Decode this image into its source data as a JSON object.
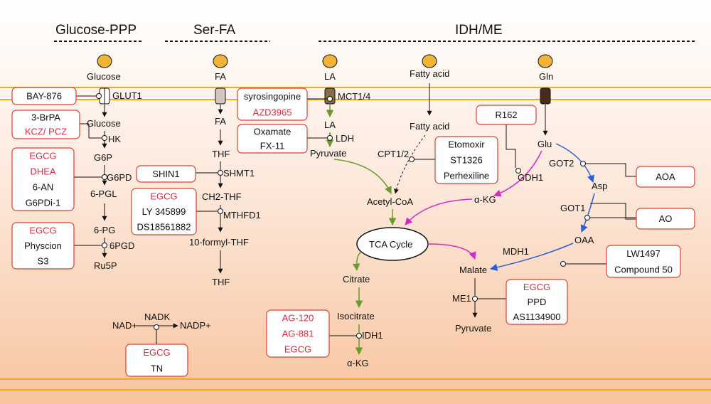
{
  "colors": {
    "membrane": "#f3a81d",
    "red_text": "#e3263c",
    "box_border": "#d9412f",
    "green_arrow": "#6a9a2a",
    "blue_arrow": "#2a5fd6",
    "magenta_arrow": "#d42ac4",
    "node": "#f2b432"
  },
  "sections": {
    "glucose_ppp": "Glucose-PPP",
    "ser_fa": "Ser-FA",
    "idh_me": "IDH/ME"
  },
  "metabolites": {
    "glucose_out": "Glucose",
    "glucose_in": "Glucose",
    "g6p": "G6P",
    "pgl6": "6-PGL",
    "pg6": "6-PG",
    "ru5p": "Ru5P",
    "fa_out": "FA",
    "fa_in": "FA",
    "thf1": "THF",
    "ch2thf": "CH2-THF",
    "formylthf": "10-formyl-THF",
    "thf2": "THF",
    "la_out": "LA",
    "la_in": "LA",
    "pyruvate1": "Pyruvate",
    "acetylcoa": "Acetyl-CoA",
    "tca": "TCA Cycle",
    "citrate": "Citrate",
    "isocitrate": "Isocitrate",
    "akg1": "α-KG",
    "fatty_out": "Fatty acid",
    "fatty_in": "Fatty acid",
    "gln": "Gln",
    "glu": "Glu",
    "akg2": "α-KG",
    "asp": "Asp",
    "oaa": "OAA",
    "malate": "Malate",
    "pyruvate2": "Pyruvate",
    "nad": "NAD+",
    "nadp": "NADP+"
  },
  "enzymes": {
    "glut1": "GLUT1",
    "hk": "HK",
    "g6pd": "G6PD",
    "pgd6": "6PGD",
    "shmt1": "SHMT1",
    "mthfd1": "MTHFD1",
    "mct14": "MCT1/4",
    "ldh": "LDH",
    "cpt12": "CPT1/2",
    "idh1": "IDH1",
    "gdh1": "GDH1",
    "got2": "GOT2",
    "got1": "GOT1",
    "mdh1": "MDH1",
    "me1": "ME1",
    "nadk": "NADK"
  },
  "inhibitors": {
    "bay876": {
      "items": [
        {
          "text": "BAY-876",
          "red": false
        }
      ]
    },
    "brpa": {
      "items": [
        {
          "text": "3-BrPA",
          "red": false
        },
        {
          "text": "KCZ/ PCZ",
          "red": true
        }
      ]
    },
    "g6pd_inh": {
      "items": [
        {
          "text": "EGCG",
          "red": true
        },
        {
          "text": "DHEA",
          "red": true
        },
        {
          "text": "6-AN",
          "red": false
        },
        {
          "text": "G6PDi-1",
          "red": false
        }
      ]
    },
    "pgd_inh": {
      "items": [
        {
          "text": "EGCG",
          "red": true
        },
        {
          "text": "Physcion",
          "red": false
        },
        {
          "text": "S3",
          "red": false
        }
      ]
    },
    "shin1": {
      "items": [
        {
          "text": "SHIN1",
          "red": false
        }
      ]
    },
    "mthfd_inh": {
      "items": [
        {
          "text": "EGCG",
          "red": true
        },
        {
          "text": "LY 345899",
          "red": false
        },
        {
          "text": "DS18561882",
          "red": false
        }
      ]
    },
    "mct_inh": {
      "items": [
        {
          "text": "syrosingopine",
          "red": false
        },
        {
          "text": "AZD3965",
          "red": true
        }
      ]
    },
    "ldh_inh": {
      "items": [
        {
          "text": "Oxamate",
          "red": false
        },
        {
          "text": "FX-11",
          "red": false
        }
      ]
    },
    "cpt_inh": {
      "items": [
        {
          "text": "Etomoxir",
          "red": false
        },
        {
          "text": "ST1326",
          "red": false
        },
        {
          "text": "Perhexiline",
          "red": false
        }
      ]
    },
    "idh_inh": {
      "items": [
        {
          "text": "AG-120",
          "red": true
        },
        {
          "text": "AG-881",
          "red": true
        },
        {
          "text": "EGCG",
          "red": true
        }
      ]
    },
    "r162": {
      "items": [
        {
          "text": "R162",
          "red": false
        }
      ]
    },
    "aoa": {
      "items": [
        {
          "text": "AOA",
          "red": false
        }
      ]
    },
    "ao": {
      "items": [
        {
          "text": "AO",
          "red": false
        }
      ]
    },
    "mdh_inh": {
      "items": [
        {
          "text": "LW1497",
          "red": false
        },
        {
          "text": "Compound  50",
          "red": false
        }
      ]
    },
    "me_inh": {
      "items": [
        {
          "text": "EGCG",
          "red": true
        },
        {
          "text": "PPD",
          "red": false
        },
        {
          "text": "AS1134900",
          "red": false
        }
      ]
    },
    "nadk_inh": {
      "items": [
        {
          "text": "EGCG",
          "red": true
        },
        {
          "text": "TN",
          "red": false
        }
      ]
    }
  }
}
